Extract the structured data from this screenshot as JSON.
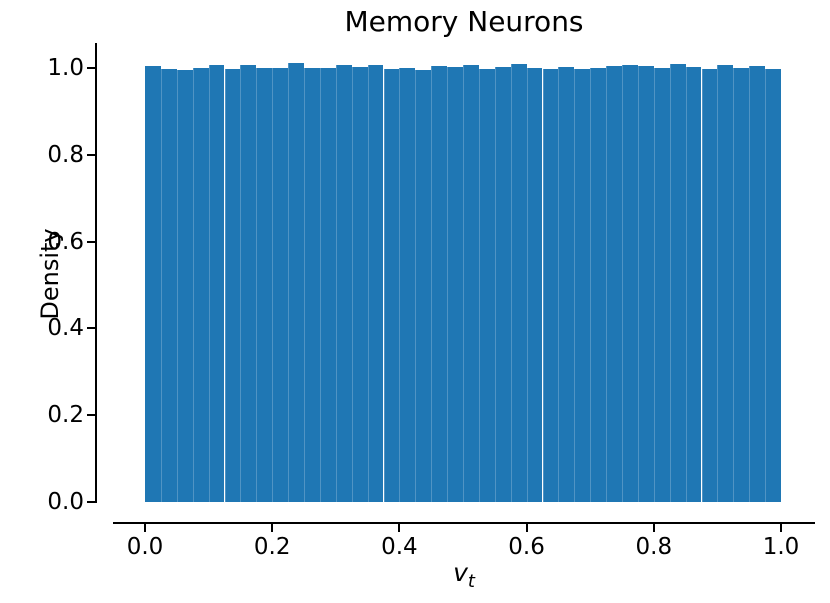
{
  "figure": {
    "background_color": "#ffffff",
    "text_color": "#000000"
  },
  "chart_data": {
    "type": "bar",
    "subtype": "histogram",
    "title": "Memory Neurons",
    "xlabel": "v_t",
    "xlabel_base": "v",
    "xlabel_sub": "t",
    "ylabel": "Density",
    "bar_color": "#1f77b4",
    "grid": false,
    "legend": null,
    "bins": 40,
    "bin_range": [
      0.0,
      1.0
    ],
    "bin_width": 0.025,
    "xlim": [
      -0.05,
      1.053
    ],
    "ylim": [
      0.0,
      1.055
    ],
    "x_ticks": [
      "0.0",
      "0.2",
      "0.4",
      "0.6",
      "0.8",
      "1.0"
    ],
    "y_ticks": [
      "0.0",
      "0.2",
      "0.4",
      "0.6",
      "0.8",
      "1.0"
    ],
    "values": [
      1.004,
      0.998,
      0.995,
      1.001,
      1.006,
      0.997,
      1.007,
      1.0,
      0.999,
      1.011,
      1.001,
      0.999,
      1.006,
      1.002,
      1.006,
      0.997,
      1.001,
      0.996,
      1.005,
      1.002,
      1.008,
      0.998,
      1.002,
      1.01,
      1.0,
      0.997,
      1.003,
      0.998,
      1.001,
      1.005,
      1.008,
      1.005,
      0.999,
      1.01,
      1.002,
      0.997,
      1.006,
      1.001,
      1.004,
      0.998
    ]
  }
}
